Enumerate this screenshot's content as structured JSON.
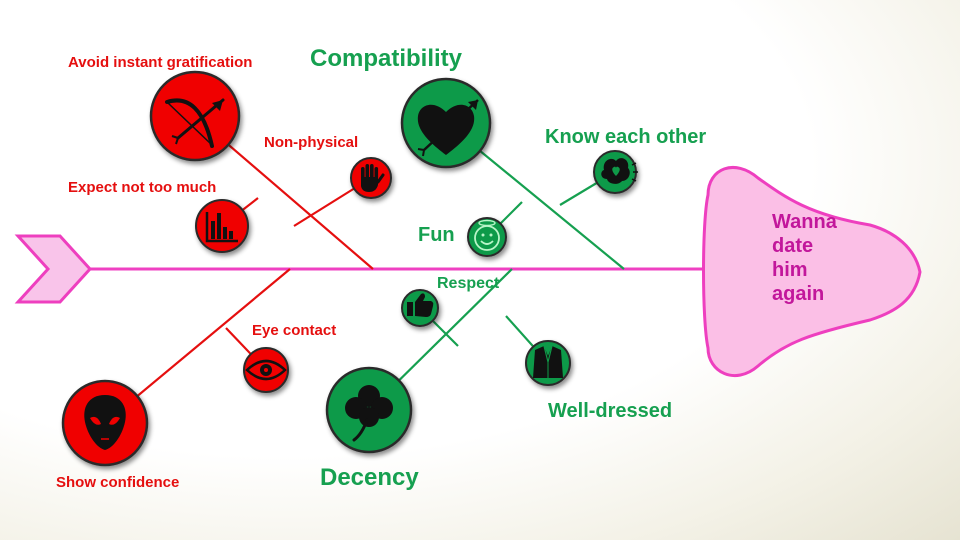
{
  "head": {
    "lines": [
      "Wanna",
      "date",
      "him",
      "again"
    ],
    "fill": "#fbbfe6",
    "stroke": "#ee3fbf",
    "text_color": "#c2179b"
  },
  "colors": {
    "spine": "#ef40c2",
    "red": "#e50f0f",
    "green": "#16a050",
    "circle_red_fill": "#f00000",
    "circle_green_fill": "#0f9a48"
  },
  "red_branches": {
    "avoid_instant_gratification": {
      "label": "Avoid instant gratification",
      "icon": "bow-and-arrow"
    },
    "non_physical": {
      "label": "Non-physical",
      "icon": "raised-hand"
    },
    "expect_not_too_much": {
      "label": "Expect not too much",
      "icon": "bar-chart"
    },
    "eye_contact": {
      "label": "Eye contact",
      "icon": "eye"
    },
    "show_confidence": {
      "label": "Show confidence",
      "icon": "alien-face"
    }
  },
  "green_branches": {
    "compatibility": {
      "label": "Compatibility",
      "icon": "heart-with-arrow"
    },
    "know_each_other": {
      "label": "Know each other",
      "icon": "brain-heart"
    },
    "fun": {
      "label": "Fun",
      "icon": "smiley-face"
    },
    "respect": {
      "label": "Respect",
      "icon": "thumbs-up"
    },
    "well_dressed": {
      "label": "Well-dressed",
      "icon": "suit-jacket"
    },
    "decency": {
      "label": "Decency",
      "icon": "clover"
    }
  }
}
